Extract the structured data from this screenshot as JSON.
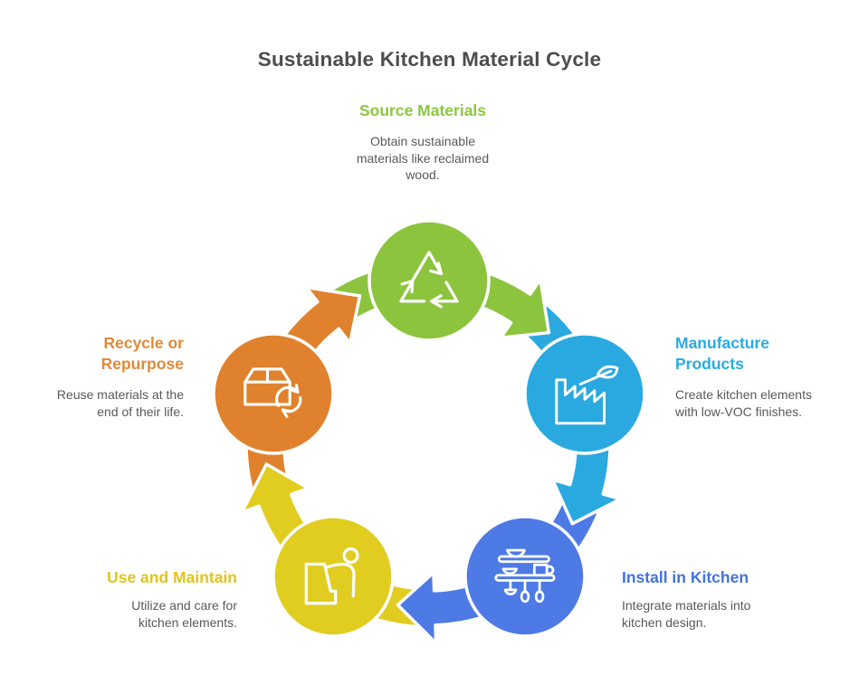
{
  "title": "Sustainable Kitchen Material Cycle",
  "text_colors": {
    "title": "#4D4D4D",
    "description": "#58595B"
  },
  "nodes": [
    {
      "id": "source-materials",
      "label": "Source Materials",
      "description": "Obtain sustainable\nmaterials like reclaimed\nwood.",
      "color": "#8CC43E",
      "label_color": "#8CC63F",
      "icon": "recycle-triangle-icon"
    },
    {
      "id": "manufacture-products",
      "label": "Manufacture\nProducts",
      "description": "Create kitchen elements\nwith low-VOC finishes.",
      "color": "#29A9E0",
      "label_color": "#29ABE2",
      "icon": "factory-leaf-icon"
    },
    {
      "id": "install-in-kitchen",
      "label": "Install in Kitchen",
      "description": "Integrate materials into\nkitchen design.",
      "color": "#4D7AE5",
      "label_color": "#4472E0",
      "icon": "kitchen-shelves-icon"
    },
    {
      "id": "use-and-maintain",
      "label": "Use and Maintain",
      "description": "Utilize and care for\nkitchen elements.",
      "color": "#E0CD20",
      "label_color": "#E3C31C",
      "icon": "person-counter-icon"
    },
    {
      "id": "recycle-or-repurpose",
      "label": "Recycle or\nRepurpose",
      "description": "Reuse materials at the\nend of their life.",
      "color": "#E0822D",
      "label_color": "#E08A38",
      "icon": "box-recycle-icon"
    }
  ]
}
